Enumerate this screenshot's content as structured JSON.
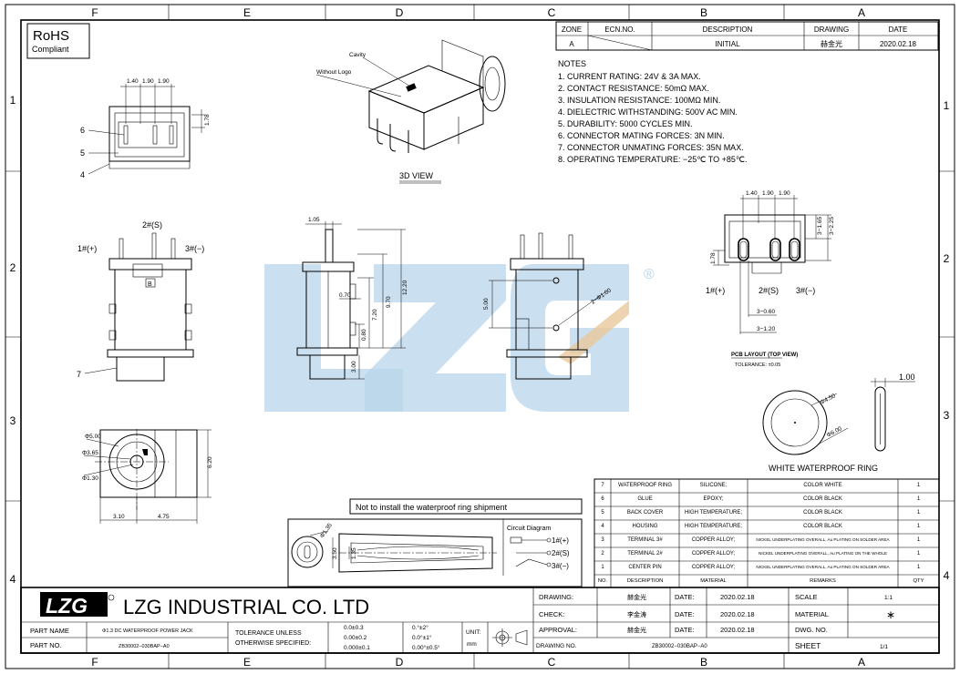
{
  "frame": {
    "columns": [
      "F",
      "E",
      "D",
      "C",
      "B",
      "A"
    ],
    "rows": [
      "1",
      "2",
      "3",
      "4"
    ]
  },
  "rohs": {
    "title": "RoHS",
    "subtitle": "Compliant"
  },
  "revision_table": {
    "headers": [
      "ZONE",
      "ECN.NO.",
      "DESCRIPTION",
      "DRAWING",
      "DATE"
    ],
    "row": {
      "zone": "A",
      "ecn": "",
      "description": "INITIAL",
      "drawing": "赫金光",
      "date": "2020.02.18"
    }
  },
  "notes": {
    "title": "NOTES",
    "items": [
      "1. CURRENT RATING: 24V & 3A MAX.",
      "2. CONTACT RESISTANCE: 50mΩ MAX.",
      "3. INSULATION RESISTANCE: 100MΩ MIN.",
      "4. DIELECTRIC WITHSTANDING: 500V AC MIN.",
      "5. DURABILITY: 5000 CYCLES MIN.",
      "6. CONNECTOR MATING FORCES: 3N MIN.",
      "7. CONNECTOR UNMATING FORCES: 35N MAX.",
      "8. OPERATING TEMPERATURE: −25℃ TO +85℃."
    ]
  },
  "view3d": {
    "title": "3D VIEW",
    "cavity": "Cavity",
    "without_logo": "Without Logo"
  },
  "top_view": {
    "dims": [
      "1.40",
      "1.90",
      "1.90",
      "1.78"
    ],
    "callouts": [
      "6",
      "5",
      "4"
    ]
  },
  "front_view": {
    "pin1": "1#(+)",
    "pin2": "2#(S)",
    "pin3": "3#(−)",
    "callout7": "7",
    "mark": "B"
  },
  "side_view": {
    "dims": [
      "1.05",
      "12.20",
      "9.70",
      "7.20",
      "0.70",
      "0.80",
      "3.00"
    ]
  },
  "rear_view": {
    "dims": [
      "5.00",
      "2−Φ1.00"
    ]
  },
  "bottom_view": {
    "dims": [
      "Φ5.00",
      "Φ3.65",
      "Φ1.30",
      "6.20",
      "3.10",
      "4.75"
    ]
  },
  "pcb_layout": {
    "title": "PCB LAYOUT (TOP VIEW)",
    "tolerance": "TOLERANCE: ±0.05",
    "dims": [
      "1.40",
      "1.90",
      "1.90",
      "3−1.65",
      "3−2.25",
      "1.78",
      "3−0.60",
      "3−1.20"
    ],
    "pin1": "1#(+)",
    "pin2": "2#(S)",
    "pin3": "3#(−)"
  },
  "ring": {
    "title": "WHITE WATERPROOF RING",
    "dims": [
      "Φ4.50",
      "Φ6.00",
      "1.00"
    ]
  },
  "shipment_note": "Not to install the waterproof ring shipment",
  "section_view": {
    "dims": [
      "Φ1.35",
      "3.50",
      "1.35"
    ]
  },
  "circuit": {
    "title": "Circuit Diagram",
    "pins": [
      "1#(+)",
      "2#(S)",
      "3#(−)"
    ]
  },
  "bom": {
    "headers": [
      "NO.",
      "DESCRIPTION",
      "MATERIAL",
      "REMARKS",
      "QTY"
    ],
    "rows": [
      {
        "no": "7",
        "desc": "WATERPROOF RING",
        "material": "SILICONE;",
        "remarks": "COLOR WHITE",
        "qty": "1"
      },
      {
        "no": "6",
        "desc": "GLUE",
        "material": "EPOXY;",
        "remarks": "COLOR BLACK",
        "qty": "1"
      },
      {
        "no": "5",
        "desc": "BACK COVER",
        "material": "HIGH TEMPERATURE;",
        "remarks": "COLOR BLACK",
        "qty": "1"
      },
      {
        "no": "4",
        "desc": "HOUSING",
        "material": "HIGH TEMPERATURE;",
        "remarks": "COLOR BLACK",
        "qty": "1"
      },
      {
        "no": "3",
        "desc": "TERMINAL 3#",
        "material": "COPPER ALLOY;",
        "remarks": "NICKEL UNDERPLATING OVERALL, Au PLATING ON SOLDER AREA",
        "qty": "1"
      },
      {
        "no": "2",
        "desc": "TERMINAL 2#",
        "material": "COPPER ALLOY;",
        "remarks": "NICKEL UNDERPLATING OVERALL, Au PLATING ON THE WHOLE",
        "qty": "1"
      },
      {
        "no": "1",
        "desc": "CENTER PIN",
        "material": "COPPER ALLOY;",
        "remarks": "NICKEL UNDERPLATING OVERALL, Au PLATING ON SOLDER AREA",
        "qty": "1"
      }
    ]
  },
  "title_block": {
    "logo": "LZG",
    "company": "LZG INDUSTRIAL CO. LTD",
    "part_name_label": "PART NAME",
    "part_name": "Φ1.3 DC WATERPROOF POWER JACK",
    "part_no_label": "PART NO.",
    "part_no": "ZB30002−030BAP−A0",
    "tolerance_label_1": "TOLERANCE UNLESS",
    "tolerance_label_2": "OTHERWISE SPECIFIED:",
    "tol_linear": [
      "0.0±0.3",
      "0.00±0.2",
      "0.000±0.1"
    ],
    "tol_angle": [
      "0.°±2°",
      "0.0°±1°",
      "0.00°±0.5°"
    ],
    "unit_label": "UNIT:",
    "unit": "mm",
    "drawing_label": "DRAWING:",
    "drawing_sig": "赫金光",
    "check_label": "CHECK:",
    "check_sig": "李金涛",
    "approval_label": "APPROVAL:",
    "approval_sig": "赫金光",
    "date_label": "DATE:",
    "dates": [
      "2020.02.18",
      "2020.02.18",
      "2020.02.18"
    ],
    "scale_label": "SCALE",
    "scale": "1:1",
    "material_label": "MATERIAL",
    "material": "∗",
    "dwg_no_label": "DWG. NO.",
    "drawing_no_label": "DRAWING NO.",
    "drawing_no": "ZB30002−030BAP−A0",
    "sheet_label": "SHEET",
    "sheet": "1/1"
  },
  "watermark": {
    "text": "LZG",
    "registered": "®"
  }
}
